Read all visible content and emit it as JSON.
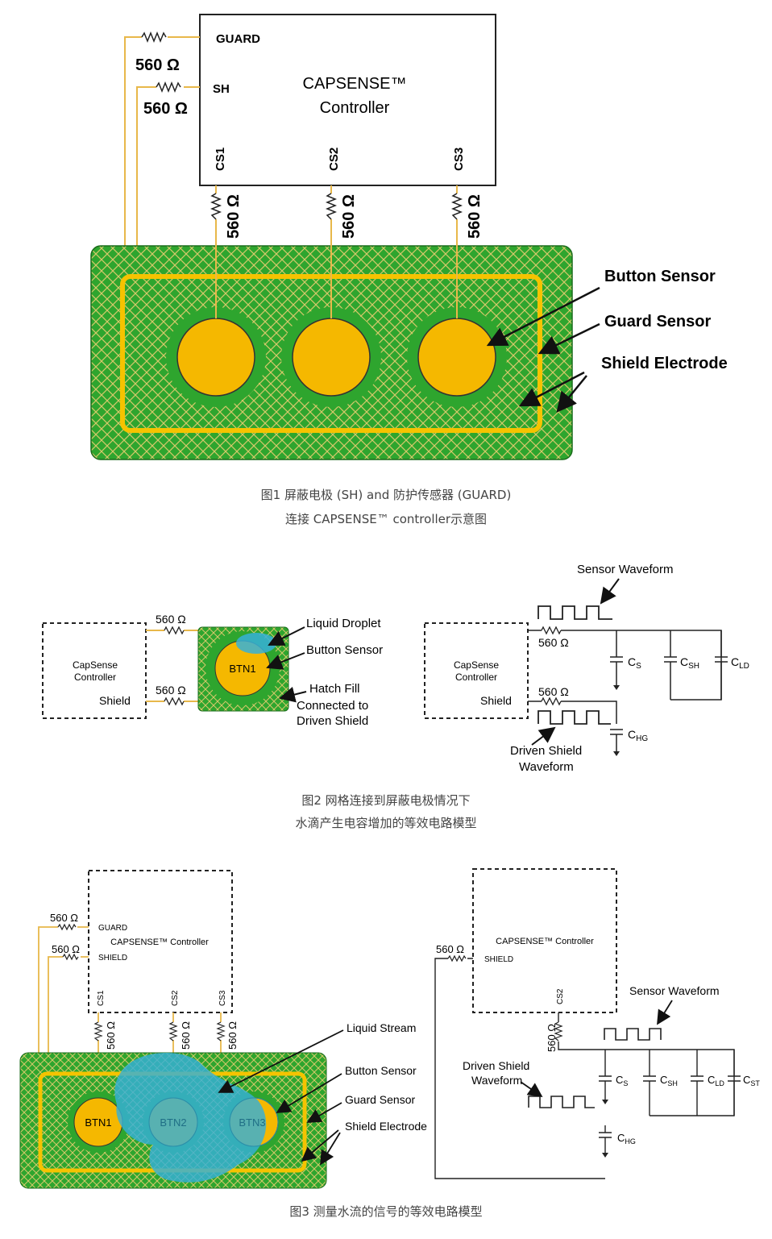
{
  "fig1": {
    "controller_title": "CAPSENSE™",
    "controller_subtitle": "Controller",
    "pin_guard": "GUARD",
    "pin_sh": "SH",
    "pins_cs": [
      "CS1",
      "CS2",
      "CS3"
    ],
    "resistor": "560 Ω",
    "labels": {
      "button_sensor": "Button Sensor",
      "guard_sensor": "Guard Sensor",
      "shield_electrode": "Shield Electrode"
    },
    "caption_line1": "图1 屏蔽电极 (SH) and 防护传感器 (GUARD)",
    "caption_line2": "连接 CAPSENSE™ controller示意图"
  },
  "fig2": {
    "ctrl_line1": "CapSense",
    "ctrl_line2": "Controller",
    "shield": "Shield",
    "resistor": "560 Ω",
    "btn": "BTN1",
    "liquid_droplet": "Liquid Droplet",
    "button_sensor": "Button Sensor",
    "hatch_line1": "Hatch Fill",
    "hatch_line2": "Connected to",
    "hatch_line3": "Driven Shield",
    "sensor_waveform": "Sensor Waveform",
    "driven_line1": "Driven Shield",
    "driven_line2": "Waveform",
    "cap_main": "C",
    "cap_s": "S",
    "cap_sh": "SH",
    "cap_ld": "LD",
    "cap_hg": "HG",
    "caption_line1": "图2 网格连接到屏蔽电极情况下",
    "caption_line2": "水滴产生电容增加的等效电路模型"
  },
  "fig3": {
    "controller": "CAPSENSE™ Controller",
    "pin_guard": "GUARD",
    "pin_shield": "SHIELD",
    "pins_cs": [
      "CS1",
      "CS2",
      "CS3"
    ],
    "resistor": "560 Ω",
    "btns": [
      "BTN1",
      "BTN2",
      "BTN3"
    ],
    "liquid_stream": "Liquid Stream",
    "button_sensor": "Button Sensor",
    "guard_sensor": "Guard Sensor",
    "shield_electrode": "Shield Electrode",
    "sensor_waveform": "Sensor Waveform",
    "driven_line1": "Driven Shield",
    "driven_line2": "Waveform",
    "cap_main": "C",
    "cap_s": "S",
    "cap_sh": "SH",
    "cap_ld": "LD",
    "cap_st": "ST",
    "cap_hg": "HG",
    "caption": "图3 测量水流的信号的等效电路模型"
  },
  "colors": {
    "pcb_green": "#2ea52e",
    "pad_yellow": "#f5b800",
    "trace_yellow": "#f0c040",
    "liquid_blue": "#36b0d8"
  }
}
